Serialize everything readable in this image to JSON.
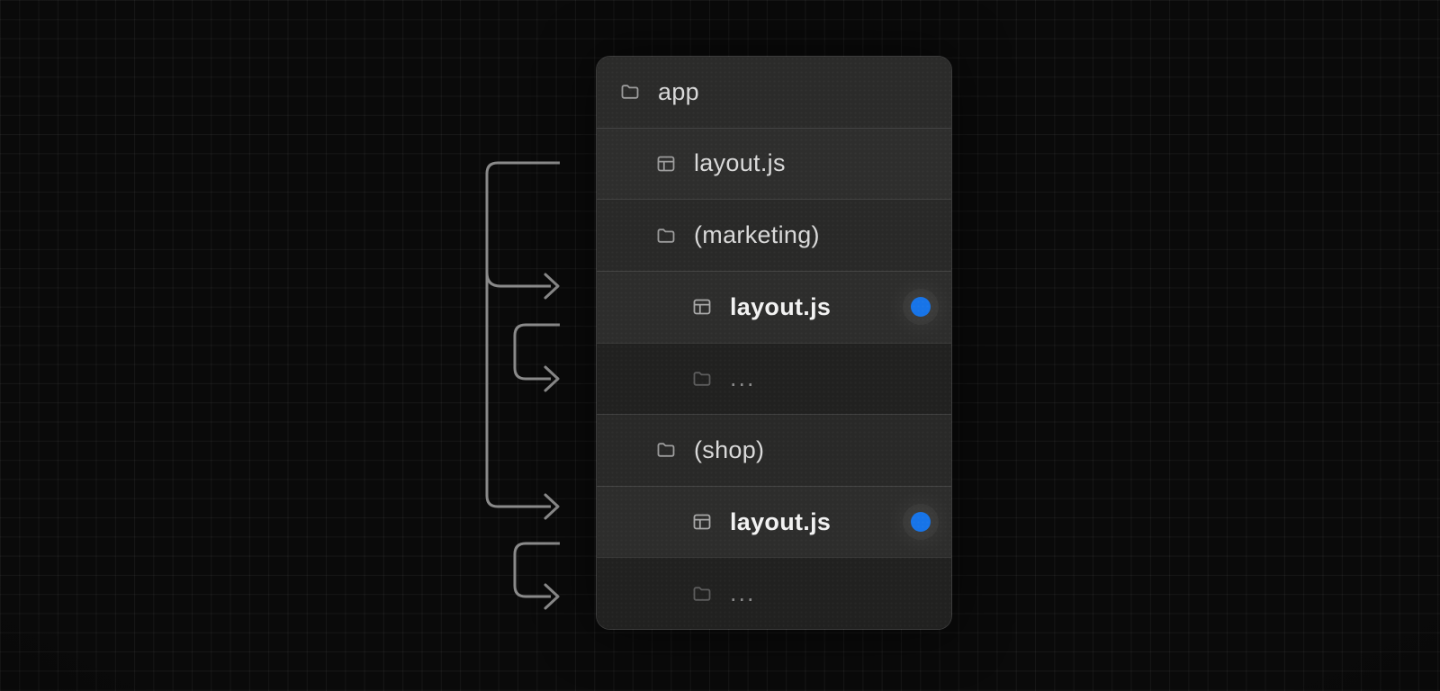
{
  "colors": {
    "accent_blue": "#1774e8",
    "arrow_gray": "#8a8a8a",
    "panel_background": "#2b2b2a",
    "page_background": "#0a0a0a"
  },
  "tree": {
    "rows": [
      {
        "id": "row-app",
        "label": "app",
        "icon": "folder-icon",
        "indent": 0,
        "style": "normal",
        "dot": false
      },
      {
        "id": "row-root-layout",
        "label": "layout.js",
        "icon": "layout-icon",
        "indent": 1,
        "style": "normal",
        "dot": false
      },
      {
        "id": "row-marketing-group",
        "label": "(marketing)",
        "icon": "folder-icon",
        "indent": 1,
        "style": "normal",
        "dot": false
      },
      {
        "id": "row-marketing-layout",
        "label": "layout.js",
        "icon": "layout-icon",
        "indent": 2,
        "style": "bold",
        "dot": true
      },
      {
        "id": "row-marketing-children",
        "label": "...",
        "icon": "folder-icon",
        "indent": 2,
        "style": "muted",
        "dot": false
      },
      {
        "id": "row-shop-group",
        "label": "(shop)",
        "icon": "folder-icon",
        "indent": 1,
        "style": "normal",
        "dot": false
      },
      {
        "id": "row-shop-layout",
        "label": "layout.js",
        "icon": "layout-icon",
        "indent": 2,
        "style": "bold",
        "dot": true
      },
      {
        "id": "row-shop-children",
        "label": "...",
        "icon": "folder-icon",
        "indent": 2,
        "style": "muted",
        "dot": false
      }
    ]
  },
  "arrows": [
    {
      "id": "arrow-root-layout-to-marketing-layout",
      "from_row": "row-root-layout",
      "to_row": "row-marketing-layout"
    },
    {
      "id": "arrow-root-layout-to-shop-layout",
      "from_row": "row-root-layout",
      "to_row": "row-shop-layout"
    },
    {
      "id": "arrow-marketing-layout-to-children",
      "from_row": "row-marketing-layout",
      "to_row": "row-marketing-children"
    },
    {
      "id": "arrow-shop-layout-to-children",
      "from_row": "row-shop-layout",
      "to_row": "row-shop-children"
    }
  ]
}
